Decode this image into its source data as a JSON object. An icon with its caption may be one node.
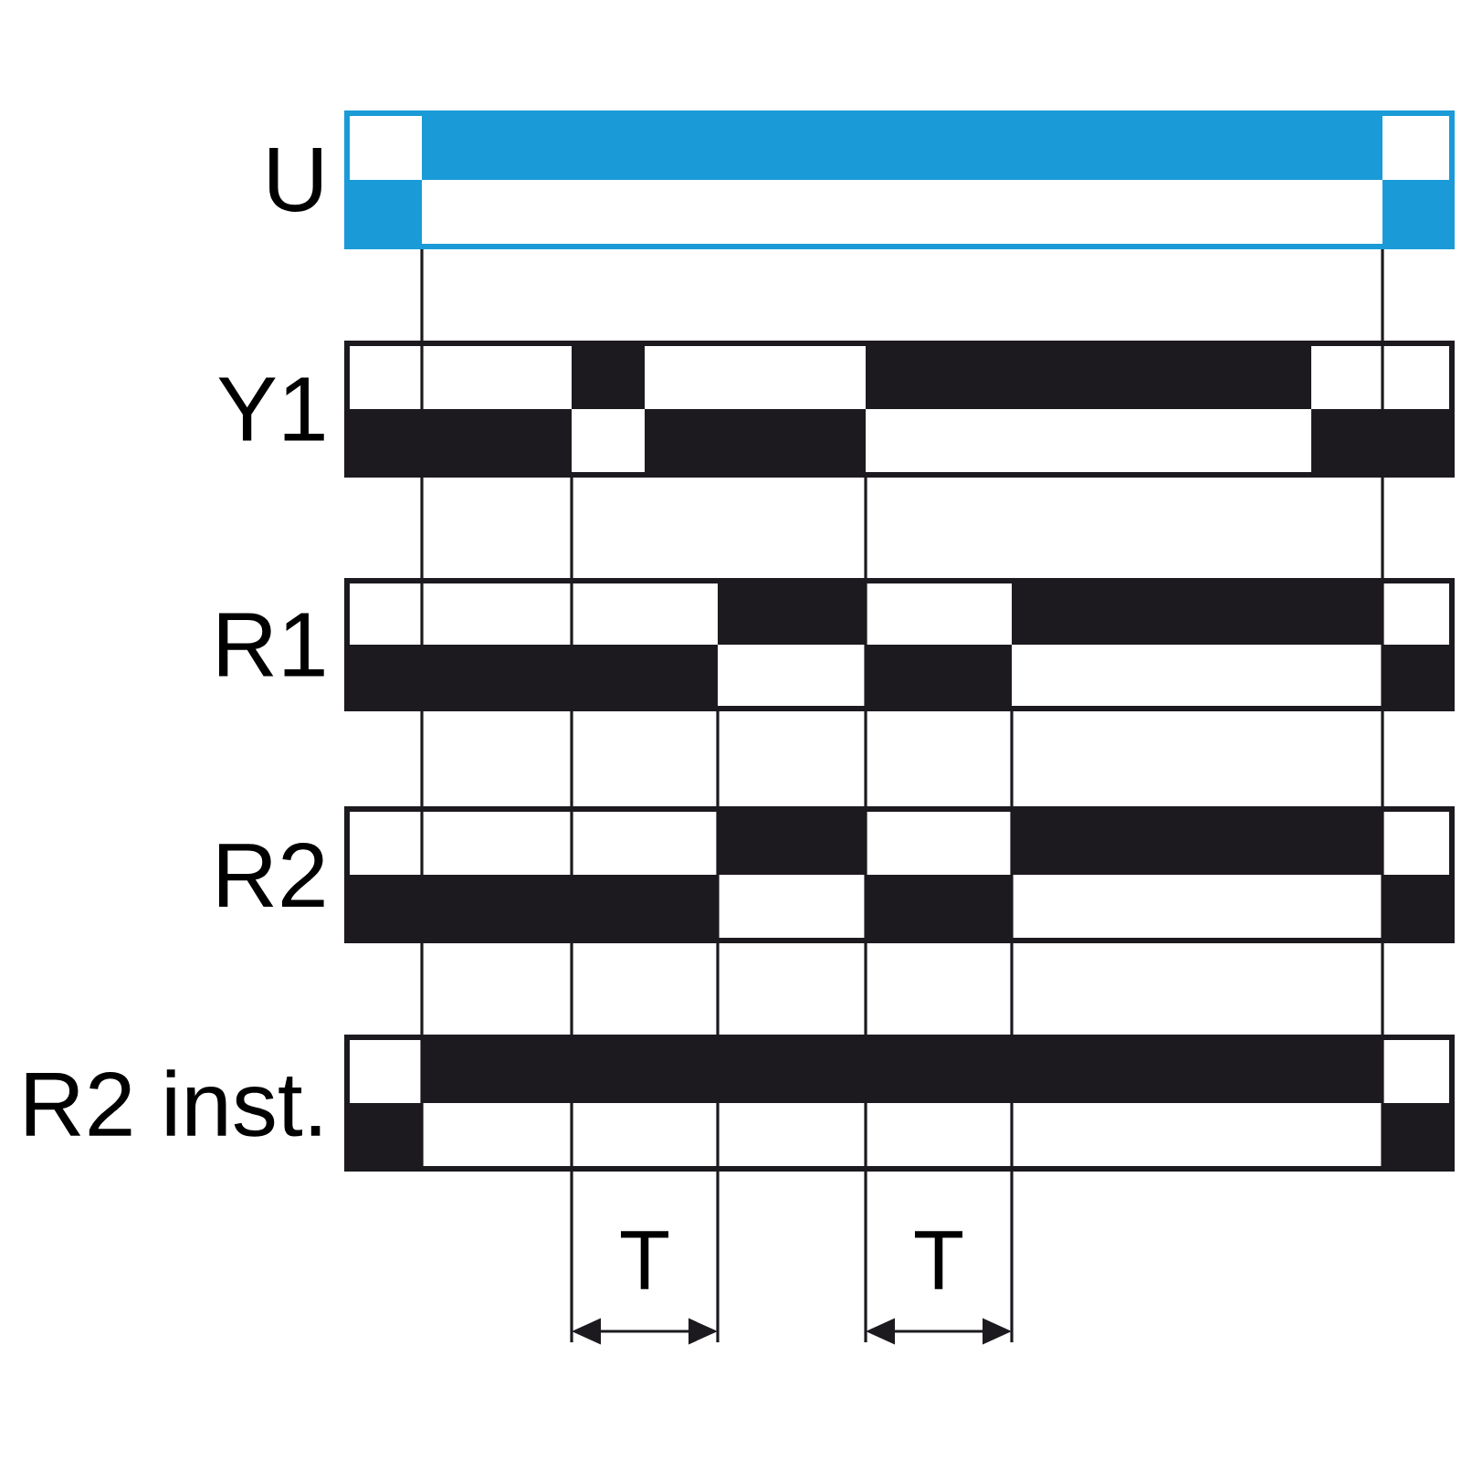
{
  "diagram": {
    "labels": [
      "U",
      "Y1",
      "R1",
      "R2",
      "R2 inst.",
      "T",
      "T"
    ]
  }
}
